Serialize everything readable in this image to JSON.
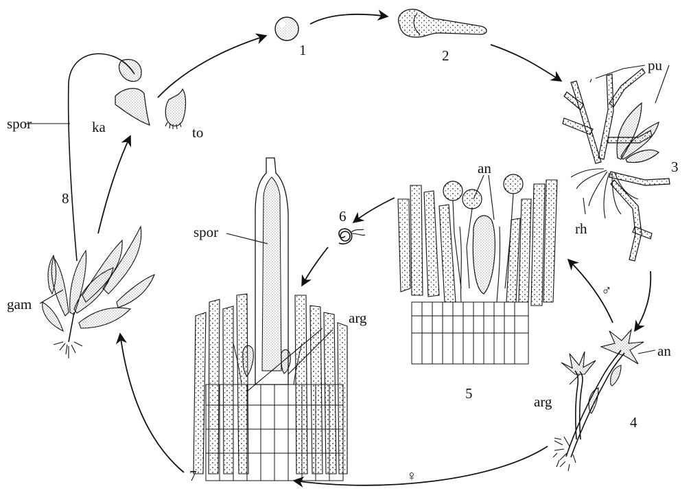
{
  "stage_labels": {
    "s1": "1",
    "s2": "2",
    "s3": "3",
    "s4": "4",
    "s5": "5",
    "s6": "6",
    "s7": "7",
    "s8": "8"
  },
  "part_labels": {
    "pu": "pu",
    "rh": "rh",
    "an_top": "an",
    "an_right": "an",
    "arg_center": "arg",
    "arg_right": "arg",
    "spor_center": "spor",
    "spor_left": "spor",
    "gam": "gam",
    "ka": "ka",
    "to": "to"
  },
  "sex_symbols": {
    "male": "♂",
    "female": "♀"
  }
}
